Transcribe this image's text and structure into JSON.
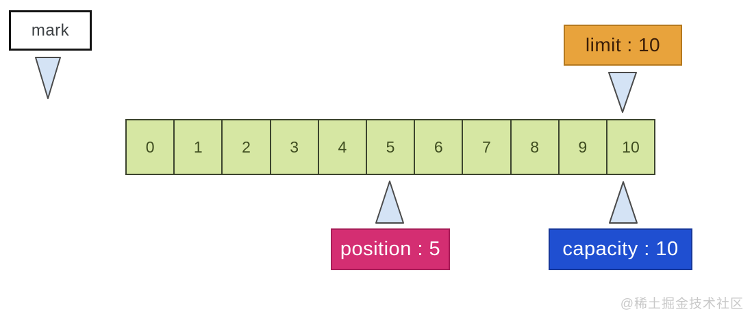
{
  "diagram": {
    "mark_label": "mark",
    "limit_label": "limit : 10",
    "position_label": "position : 5",
    "capacity_label": "capacity : 10",
    "cells": [
      "0",
      "1",
      "2",
      "3",
      "4",
      "5",
      "6",
      "7",
      "8",
      "9",
      "10"
    ],
    "colors": {
      "limit_bg": "#e8a33c",
      "limit_border": "#b5791e",
      "position_bg": "#d42e72",
      "position_border": "#a81d58",
      "capacity_bg": "#1f4fd1",
      "capacity_border": "#16379b",
      "cell_bg": "#d6e7a3",
      "cell_border": "#3c442e",
      "pointer_fill": "#d4e3f5",
      "pointer_stroke": "#4a4a4a",
      "mark_border": "#141414"
    },
    "watermark": "@稀土掘金技术社区"
  }
}
